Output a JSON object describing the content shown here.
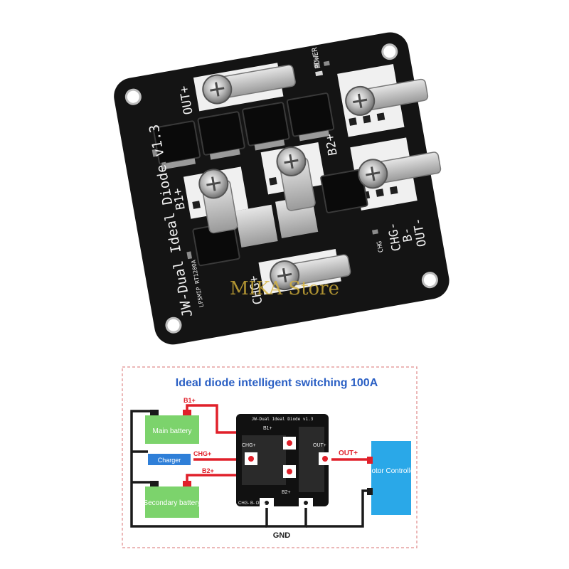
{
  "board": {
    "title": "JW-Dual Ideal Diode v1.3",
    "subtitle": "LP5MIP RT1200A",
    "labels": {
      "out_plus": "OUT+",
      "power": "POWER",
      "b1_plus": "B1+",
      "b2_plus": "B2+",
      "chg_plus": "CHG+",
      "chg_minus": "CHG-",
      "b_minus": "B-",
      "out_minus": "OUT-",
      "chg": "CHG"
    },
    "colors": {
      "pcb": "#141414",
      "silk": "#f2f2f2",
      "terminal": "#c8c8c8"
    }
  },
  "watermark": {
    "text": "MIKA Store",
    "color": "#d4b23a"
  },
  "diagram": {
    "title": "Ideal diode intelligent switching 100A",
    "border_color": "#e5a0a0",
    "title_color": "#2a5fc4",
    "wire_red": "#e0202a",
    "wire_black": "#1a1a1a",
    "battery_color": "#7cd36c",
    "controller_color": "#2aa8e8",
    "charger_color": "#2f7fd8",
    "components": {
      "main_battery": "Main battery",
      "secondary_battery": "Secondary battery",
      "charger": "Charger",
      "motor_controller": "Motor Controller"
    },
    "wires": {
      "b1_plus": "B1+",
      "chg_plus": "CHG+",
      "b2_plus": "B2+",
      "out_plus": "OUT+",
      "gnd": "GND"
    },
    "mini_board": {
      "title": "JW-Dual Ideal Diode v1.3",
      "b1": "B1+",
      "b2": "B2+",
      "chg_plus": "CHG+",
      "out_plus": "OUT+",
      "minus_labels": "CHG- B- OUT-"
    }
  }
}
